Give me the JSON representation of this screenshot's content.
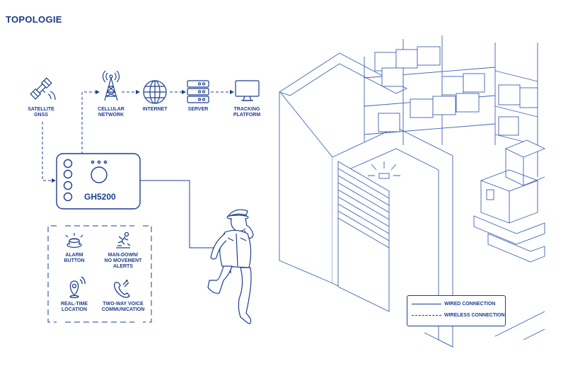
{
  "title": "TOPOLOGIE",
  "nodes": {
    "satellite": "SATELLITE\nGNSS",
    "cellular": "CELLULAR\nNETWORK",
    "internet": "INTERNET",
    "server": "SERVER",
    "tracking": "TRACKING\nPLATFORM"
  },
  "device": {
    "name": "GH5200"
  },
  "features": {
    "alarm": "ALARM\nBUTTON",
    "mandown": "MAN-DOWN/\nNO MOVEMENT\nALERTS",
    "location": "REAL-TIME\nLOCATION",
    "voice": "TWO-WAY VOICE\nCOMMUNICATION"
  },
  "legend": {
    "wired": "WIRED CONNECTION",
    "wireless": "WIRELESS CONNECTION"
  },
  "colors": {
    "primary": "#1d3f8f",
    "light": "#5b7bc0"
  }
}
